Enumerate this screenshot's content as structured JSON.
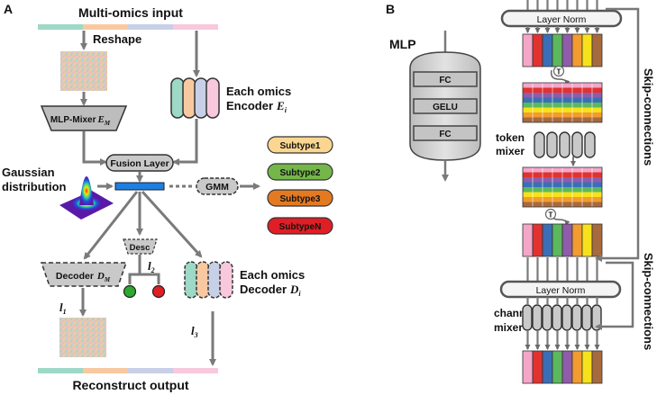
{
  "panel_a": {
    "letter": "A",
    "input_title": "Multi-omics input",
    "reshape": "Reshape",
    "mlp_mixer": "MLP-Mixer",
    "mlp_mixer_sym": "E",
    "mlp_mixer_sub": "M",
    "each_omics_encoder_l1": "Each omics",
    "each_omics_encoder_l2": "Encoder",
    "encoder_sym": "E",
    "encoder_sub": "i",
    "fusion_layer": "Fusion Layer",
    "gaussian_l1": "Gaussian",
    "gaussian_l2": "distribution",
    "gmm": "GMM",
    "subtypes": [
      {
        "label": "Subtype1",
        "color": "#FBD691"
      },
      {
        "label": "Subtype2",
        "color": "#74B64A"
      },
      {
        "label": "Subtype3",
        "color": "#E37A22"
      },
      {
        "label": "SubtypeN",
        "color": "#E01E25"
      }
    ],
    "desc": "Desc",
    "l2": "l",
    "l2_sub": "2",
    "decoder": "Decoder",
    "decoder_sym": "D",
    "decoder_sub": "M",
    "each_omics_decoder_l1": "Each omics",
    "each_omics_decoder_l2": "Decoder",
    "decoder_i_sym": "D",
    "decoder_i_sub": "i",
    "l1": "l",
    "l1_sub": "1",
    "l3": "l",
    "l3_sub": "3",
    "output_title": "Reconstruct output",
    "omics_colors": [
      "#9ED8C6",
      "#F8C9A0",
      "#C8D0E8",
      "#F8C8DC"
    ]
  },
  "panel_b": {
    "letter": "B",
    "mlp_title": "MLP",
    "fc_top": "FC",
    "gelu": "GELU",
    "fc_bottom": "FC",
    "layer_norm_top": "Layer Norm",
    "layer_norm_bottom": "Layer Norm",
    "transpose_top": "T",
    "transpose_bottom": "T",
    "token_mixer_l1": "token",
    "token_mixer_l2": "mixer",
    "channel_mixer_l1": "channel",
    "channel_mixer_l2": "mixer",
    "skip_top": "Skip-connections",
    "skip_bottom": "Skip-connections",
    "channel_colors": [
      "#F4A6C8",
      "#E0322F",
      "#3A6FB7",
      "#5CB85C",
      "#8E5CA8",
      "#F29B2F",
      "#F7E11B",
      "#A66A3E"
    ]
  }
}
